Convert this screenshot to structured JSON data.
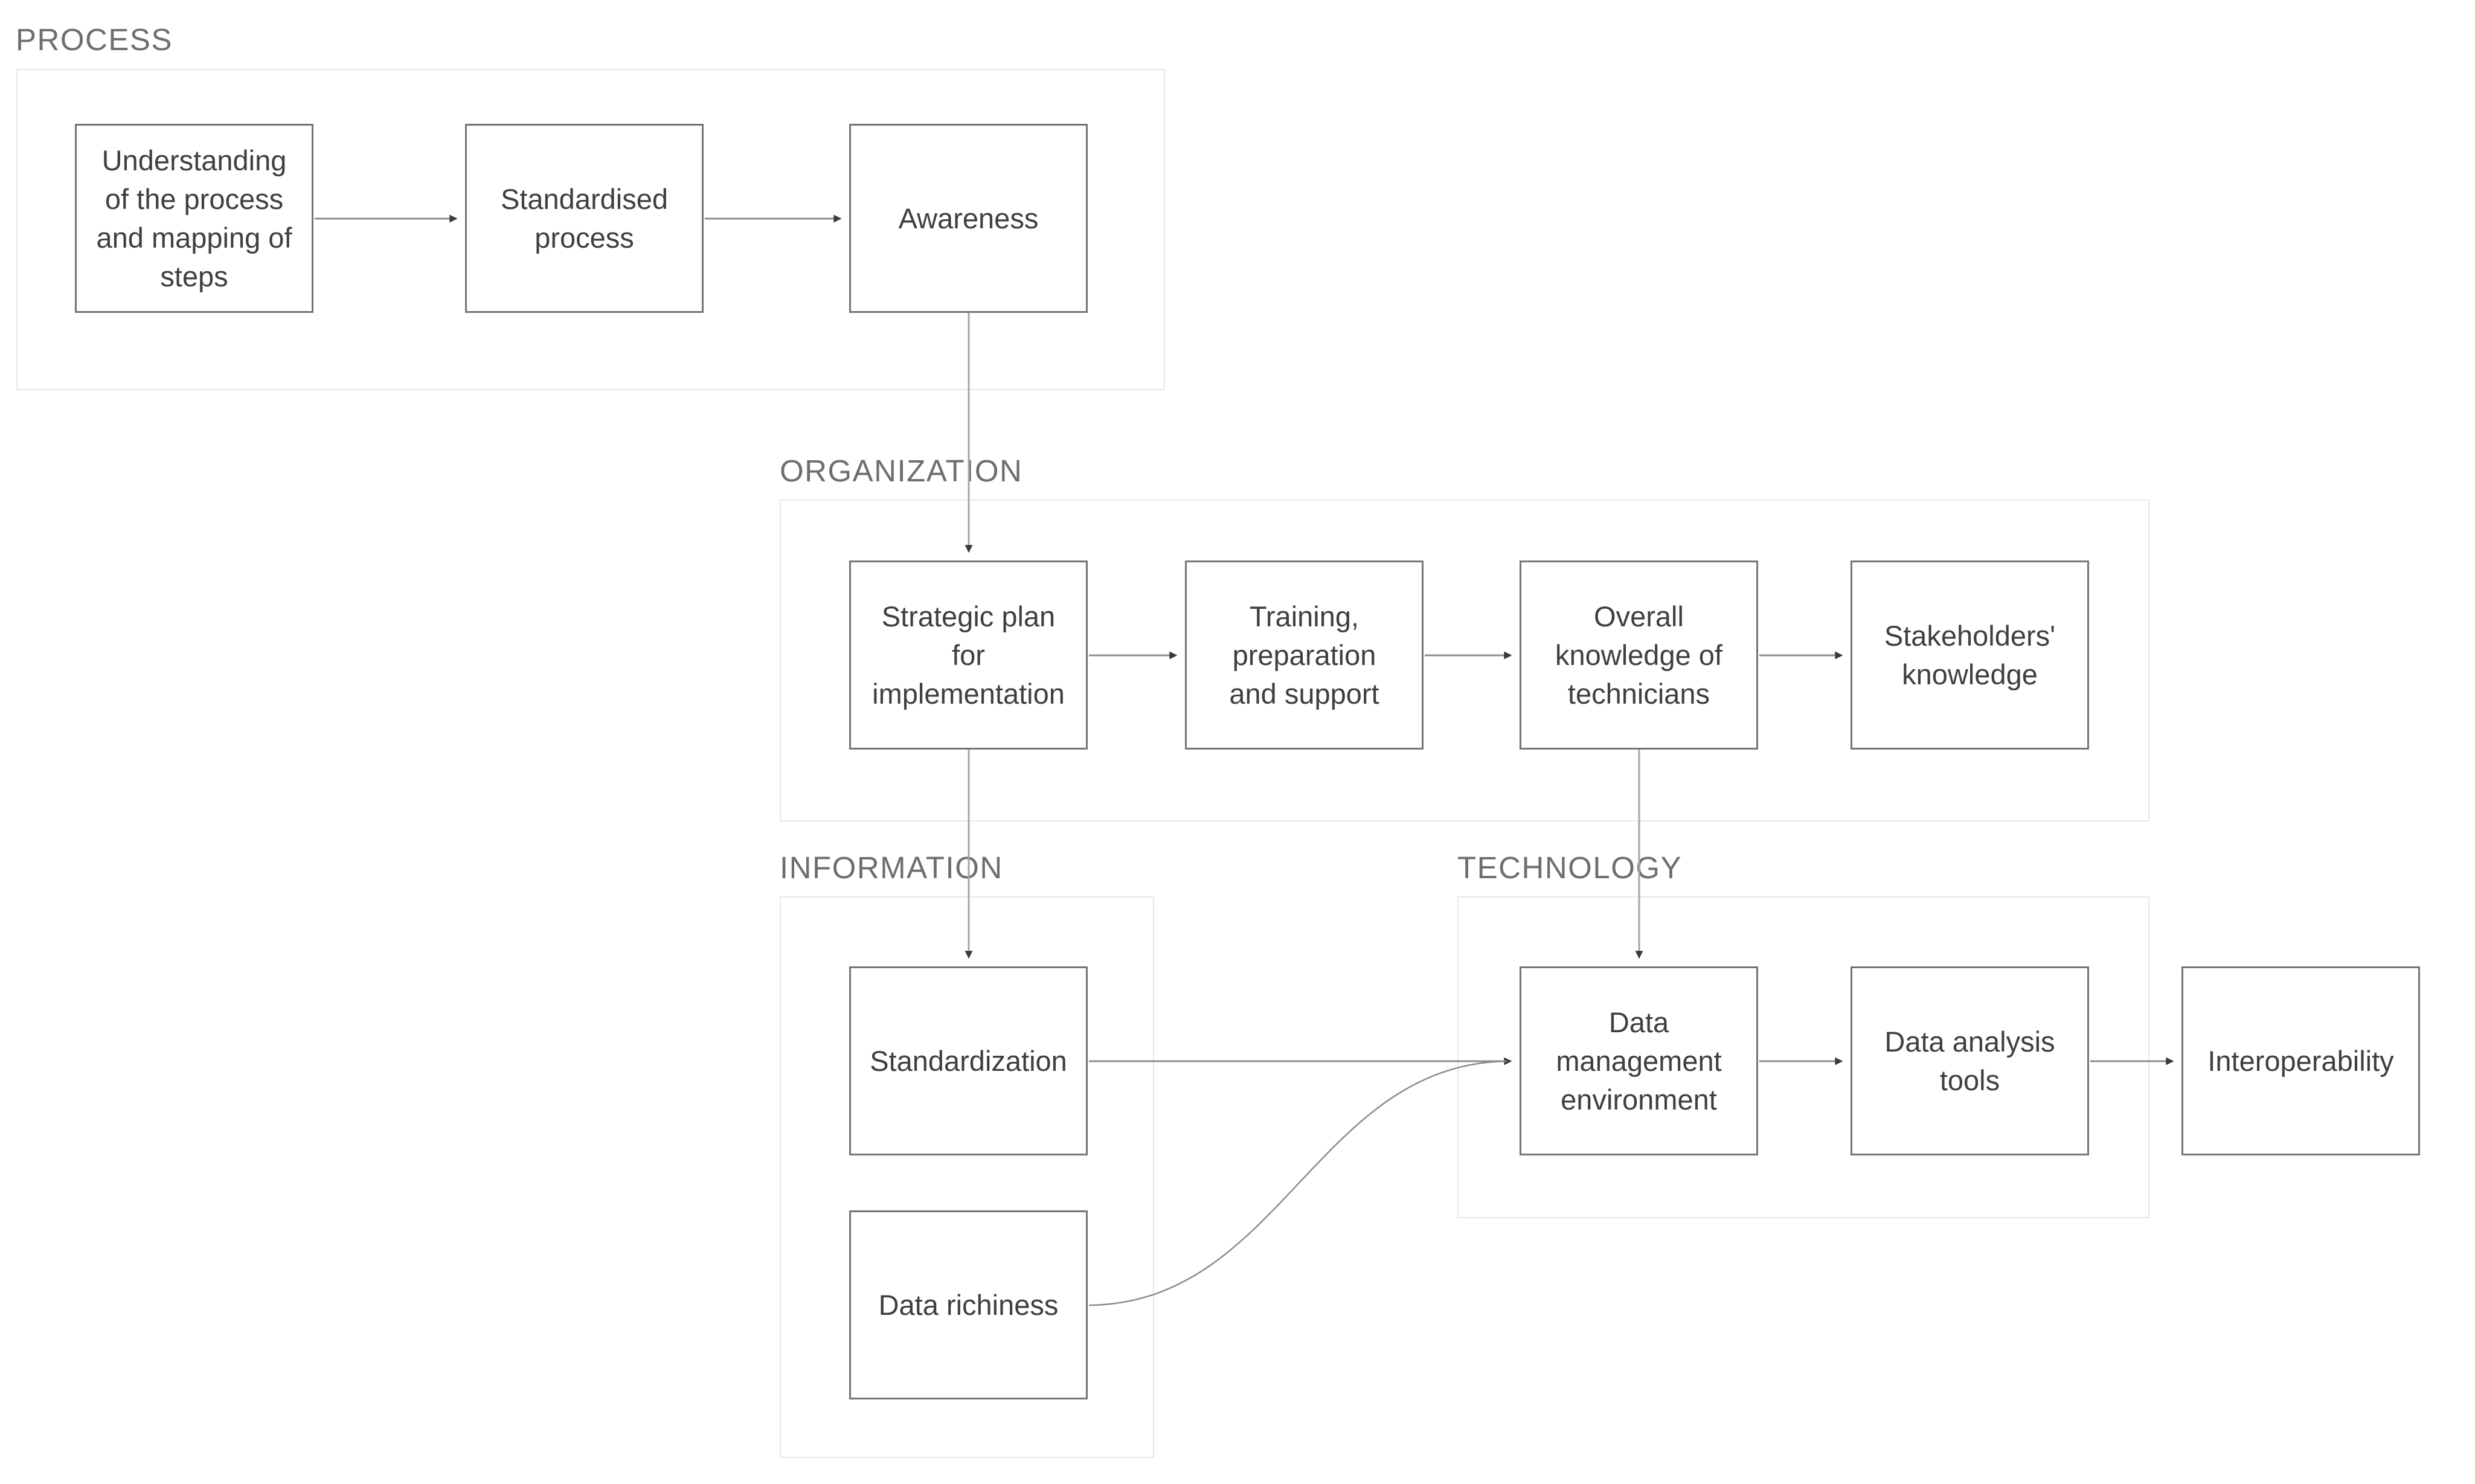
{
  "diagram": {
    "background_color": "#ffffff",
    "colors": {
      "group_border": "#e8e8e8",
      "group_label_text": "#6e6e6e",
      "node_border": "#757575",
      "node_fill": "#ffffff",
      "node_text": "#3f3f3f",
      "connector_line": "#8c8c8c",
      "arrowhead": "#3a3a3a"
    },
    "groups": [
      {
        "id": "process",
        "label": "PROCESS",
        "boxes": [
          {
            "id": "understanding",
            "text": "Understanding\nof the process\nand mapping of\nsteps"
          },
          {
            "id": "standardised-process",
            "text": "Standardised\nprocess"
          },
          {
            "id": "awareness",
            "text": "Awareness"
          }
        ]
      },
      {
        "id": "organization",
        "label": "ORGANIZATION",
        "boxes": [
          {
            "id": "strategic-plan",
            "text": "Strategic plan\nfor\nimplementation"
          },
          {
            "id": "training",
            "text": "Training,\npreparation\nand support"
          },
          {
            "id": "overall-knowledge",
            "text": "Overall\nknowledge of\ntechnicians"
          },
          {
            "id": "stakeholders-knowledge",
            "text": "Stakeholders'\nknowledge"
          }
        ]
      },
      {
        "id": "information",
        "label": "INFORMATION",
        "boxes": [
          {
            "id": "standardization",
            "text": "Standardization"
          },
          {
            "id": "data-richiness",
            "text": "Data richiness"
          }
        ]
      },
      {
        "id": "technology",
        "label": "TECHNOLOGY",
        "boxes": [
          {
            "id": "data-management-environment",
            "text": "Data\nmanagement\nenvironment"
          },
          {
            "id": "data-analysis-tools",
            "text": "Data analysis\ntools"
          },
          {
            "id": "interoperability",
            "text": "Interoperability"
          }
        ]
      }
    ],
    "connections": [
      {
        "from": "understanding",
        "to": "standardised-process",
        "shape": "straight"
      },
      {
        "from": "standardised-process",
        "to": "awareness",
        "shape": "straight"
      },
      {
        "from": "awareness",
        "to": "strategic-plan",
        "shape": "straight"
      },
      {
        "from": "strategic-plan",
        "to": "training",
        "shape": "straight"
      },
      {
        "from": "training",
        "to": "overall-knowledge",
        "shape": "straight"
      },
      {
        "from": "overall-knowledge",
        "to": "stakeholders-knowledge",
        "shape": "straight"
      },
      {
        "from": "strategic-plan",
        "to": "standardization",
        "shape": "straight"
      },
      {
        "from": "overall-knowledge",
        "to": "data-management-environment",
        "shape": "straight"
      },
      {
        "from": "standardization",
        "to": "data-management-environment",
        "shape": "straight"
      },
      {
        "from": "data-richiness",
        "to": "data-management-environment",
        "shape": "curved"
      },
      {
        "from": "data-management-environment",
        "to": "data-analysis-tools",
        "shape": "straight"
      },
      {
        "from": "data-analysis-tools",
        "to": "interoperability",
        "shape": "straight"
      }
    ]
  }
}
